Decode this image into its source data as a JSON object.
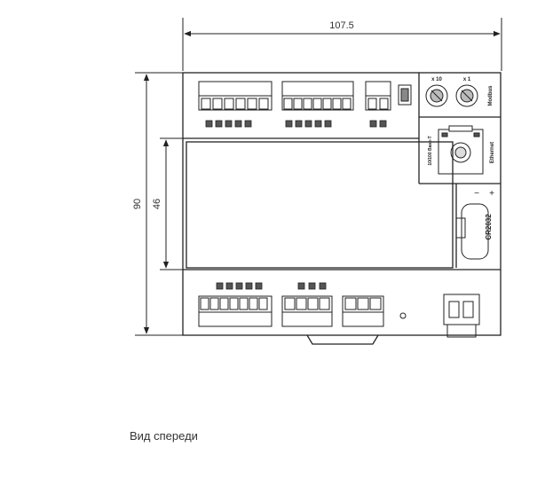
{
  "dimensions": {
    "width": "107.5",
    "height_total": "90",
    "height_inner": "46"
  },
  "labels": {
    "multiplier_x10": "x 10",
    "multiplier_x1": "x 1",
    "modbus": "Modbus",
    "ethernet_speed": "10/100 Base-T",
    "ethernet": "Ethernet",
    "battery": "CR2032",
    "battery_minus": "−",
    "battery_plus": "+"
  },
  "caption": "Вид спереди",
  "colors": {
    "line": "#222222",
    "led_fill": "#555555"
  }
}
